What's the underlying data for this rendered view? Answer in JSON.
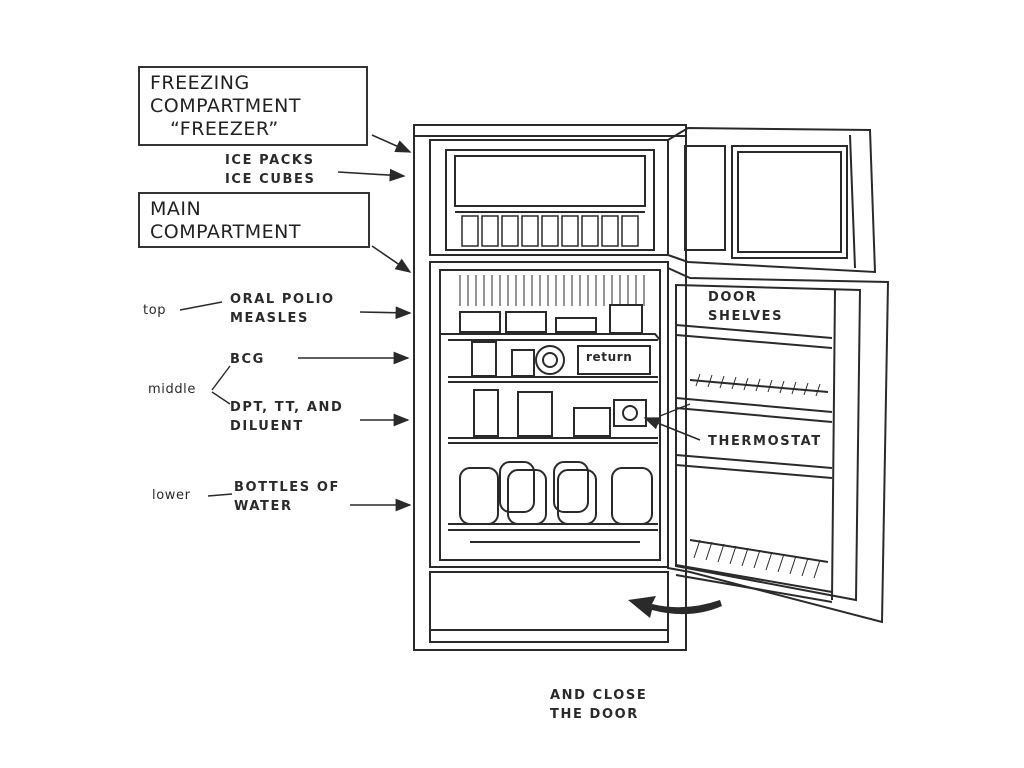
{
  "labels": {
    "freezer_box": [
      "FREEZING",
      "COMPARTMENT",
      "“FREEZER”"
    ],
    "ice": [
      "ICE PACKS",
      "ICE CUBES"
    ],
    "main_box": [
      "MAIN",
      "COMPARTMENT"
    ],
    "top": "top",
    "oral_polio": [
      "ORAL POLIO",
      "MEASLES"
    ],
    "bcg": "BCG",
    "middle": "middle",
    "dpt": [
      "DPT, TT, AND",
      "DILUENT"
    ],
    "lower": "lower",
    "water": [
      "BOTTLES  OF",
      "WATER"
    ],
    "door_shelves": [
      "DOOR",
      "SHELVES"
    ],
    "thermostat": "THERMOSTAT",
    "return_label": "return",
    "close": [
      "AND  CLOSE",
      "THE  DOOR"
    ]
  },
  "colors": {
    "ink": "#2a2a2a",
    "background": "#ffffff"
  }
}
